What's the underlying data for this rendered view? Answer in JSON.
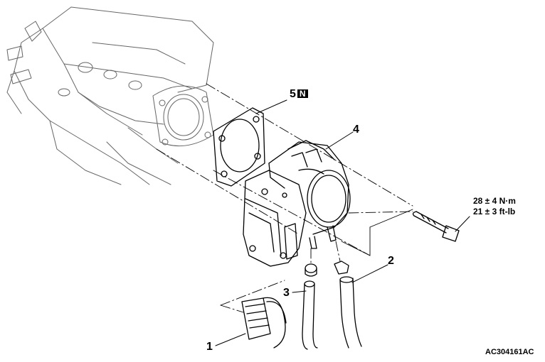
{
  "callouts": {
    "c1": "1",
    "c2": "2",
    "c3": "3",
    "c4": "4",
    "c5": "5",
    "c5_badge": "N"
  },
  "torque": {
    "line1": "28 ± 4 N·m",
    "line2": "21 ± 3 ft-lb"
  },
  "figure_id": "AC304161AC",
  "parts": [
    "intake-plenum",
    "throttle-body-gasket",
    "throttle-body",
    "throttle-body-bolt",
    "vacuum-hose",
    "coolant-hose",
    "hose-clamp",
    "harness-connector"
  ]
}
